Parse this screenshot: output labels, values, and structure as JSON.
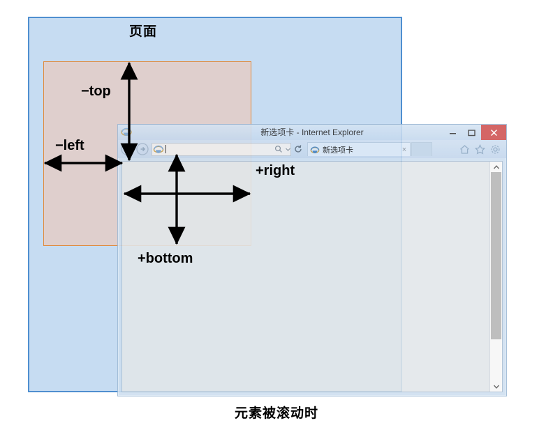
{
  "diagram": {
    "page_box_label": "页面",
    "caption": "元素被滚动时",
    "annotations": {
      "top": "−top",
      "left": "−left",
      "right": "+right",
      "bottom": "+bottom"
    },
    "colors": {
      "page_fill": "#c6dcf2",
      "page_border": "#4f8fd0",
      "element_fill": "#dfcfcd",
      "element_border": "#e08a3c",
      "arrow": "#000000",
      "close_button": "#cf5151"
    }
  },
  "browser": {
    "title": "新选项卡 - Internet Explorer",
    "address_value": "",
    "address_placeholder": "",
    "tab": {
      "label": "新选项卡",
      "close_label": "×"
    },
    "window_controls": {
      "minimize": "−",
      "maximize": "▢",
      "close": "×"
    },
    "toolbar_icons": [
      "home-icon",
      "favorites-star-icon",
      "tools-gear-icon"
    ],
    "nav_icons": [
      "back-arrow-icon",
      "forward-arrow-icon",
      "ie-logo-icon",
      "search-icon",
      "dropdown-caret-icon",
      "refresh-icon"
    ],
    "scrollbar": {
      "up": "▲",
      "down": "▼",
      "thumb_percent": "80"
    }
  }
}
